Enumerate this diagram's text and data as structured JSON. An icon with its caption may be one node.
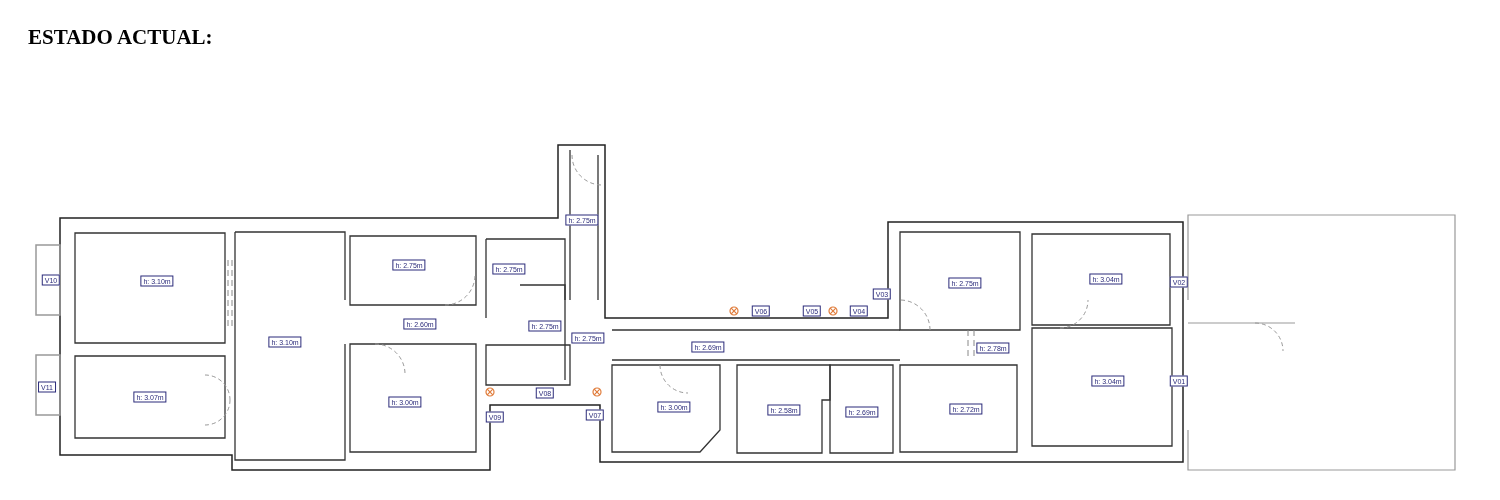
{
  "diagram": {
    "title": "ESTADO ACTUAL:",
    "labels": [
      "h: 2.75m",
      "h: 2.75m",
      "h: 2.75m",
      "h: 3.10m",
      "V10",
      "h: 2.75m",
      "h: 3.04m",
      "V02",
      "V03",
      "V06",
      "V05",
      "V04",
      "h: 2.60m",
      "h: 2.75m",
      "h: 3.10m",
      "h: 2.75m",
      "h: 2.69m",
      "h: 2.78m",
      "V11",
      "h: 3.07m",
      "V01",
      "h: 3.04m",
      "V08",
      "h: 3.00m",
      "h: 3.00m",
      "V09",
      "V07",
      "h: 2.58m",
      "h: 2.69m",
      "h: 2.72m"
    ]
  }
}
